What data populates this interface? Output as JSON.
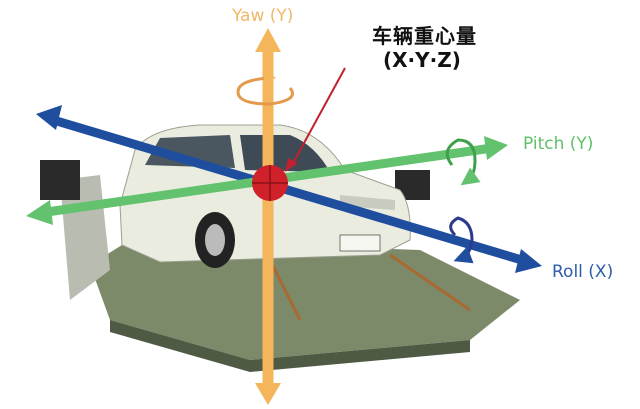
{
  "labels": {
    "yaw": "Yaw (Y)",
    "center_of_gravity": "车辆重心量",
    "center_of_gravity_axes": "(X·Y·Z)",
    "pitch": "Pitch (Y)",
    "roll": "Roll (X)"
  },
  "colors": {
    "yaw": "#f5b55a",
    "pitch": "#63c26d",
    "roll": "#1f4e9e",
    "center_marker": "#d0202a"
  }
}
